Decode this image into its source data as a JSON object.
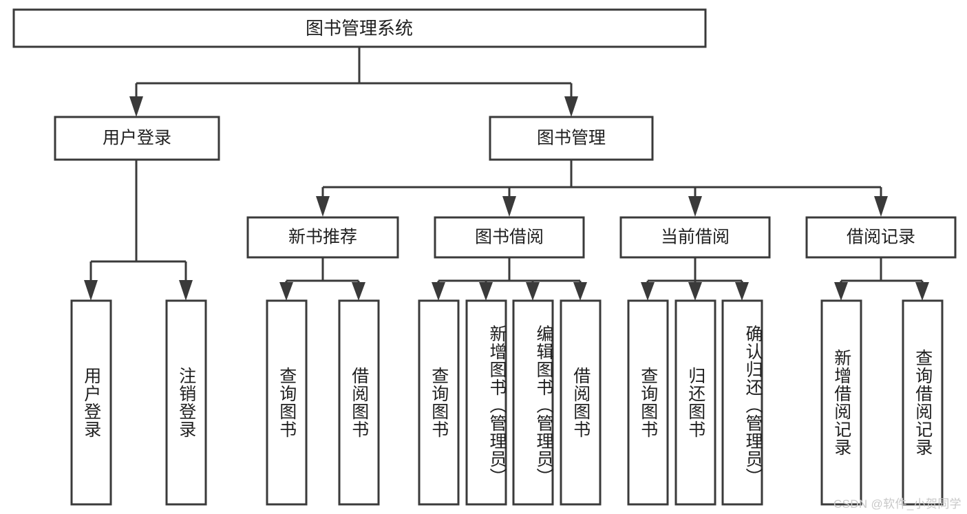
{
  "diagram": {
    "type": "tree",
    "title_node": {
      "id": "root",
      "label": "图书管理系统"
    },
    "level1": [
      {
        "id": "user-login",
        "label": "用户登录"
      },
      {
        "id": "book-manage",
        "label": "图书管理"
      }
    ],
    "level2": [
      {
        "id": "new-book-rec",
        "label": "新书推荐",
        "parent": "book-manage"
      },
      {
        "id": "book-borrow",
        "label": "图书借阅",
        "parent": "book-manage"
      },
      {
        "id": "current-borrow",
        "label": "当前借阅",
        "parent": "book-manage"
      },
      {
        "id": "borrow-record",
        "label": "借阅记录",
        "parent": "book-manage"
      }
    ],
    "leaves": {
      "user-login": [
        {
          "id": "leaf-user-login",
          "label": "用户登录"
        },
        {
          "id": "leaf-logout",
          "label": "注销登录"
        }
      ],
      "new-book-rec": [
        {
          "id": "leaf-query-book-1",
          "label": "查询图书"
        },
        {
          "id": "leaf-borrow-book-1",
          "label": "借阅图书"
        }
      ],
      "book-borrow": [
        {
          "id": "leaf-query-book-2",
          "label": "查询图书"
        },
        {
          "id": "leaf-add-book",
          "label": "新增图书（管理员）"
        },
        {
          "id": "leaf-edit-book",
          "label": "编辑图书（管理员）"
        },
        {
          "id": "leaf-borrow-book-2",
          "label": "借阅图书"
        }
      ],
      "current-borrow": [
        {
          "id": "leaf-query-book-3",
          "label": "查询图书"
        },
        {
          "id": "leaf-return-book",
          "label": "归还图书"
        },
        {
          "id": "leaf-confirm-return",
          "label": "确认归还（管理员）"
        }
      ],
      "borrow-record": [
        {
          "id": "leaf-add-record",
          "label": "新增借阅记录"
        },
        {
          "id": "leaf-query-record",
          "label": "查询借阅记录"
        }
      ]
    }
  },
  "watermark": {
    "text": "CSDN @软件_小贺同学"
  },
  "colors": {
    "stroke": "#3a3a3a",
    "fill": "#ffffff",
    "text": "#1f1f1f",
    "watermark": "#c8c8c8",
    "background": "#ffffff"
  }
}
